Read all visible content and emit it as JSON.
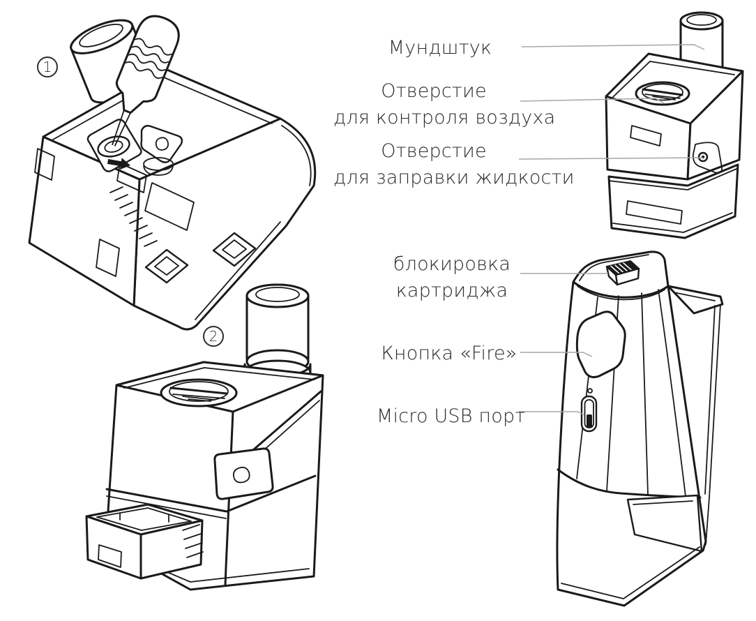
{
  "figure": {
    "background": "#ffffff",
    "line_color": "#1a1a1a",
    "leader_color": "#a6a6a6",
    "text_color": "#2a2a2a"
  },
  "steps": [
    {
      "number": "1"
    },
    {
      "number": "2"
    }
  ],
  "labels": {
    "mouthpiece": {
      "lines": [
        "Мундштук"
      ]
    },
    "air_control": {
      "lines": [
        "Отверстие",
        "для контроля воздуха"
      ]
    },
    "liquid_fill": {
      "lines": [
        "Отверстие",
        "для заправки жидкости"
      ]
    },
    "cartridge_lock": {
      "lines": [
        "блокировка",
        "картриджа"
      ]
    },
    "fire_button": {
      "lines": [
        "Кнопка «Fire»"
      ]
    },
    "usb_port": {
      "lines": [
        "Micro USB порт"
      ]
    }
  }
}
